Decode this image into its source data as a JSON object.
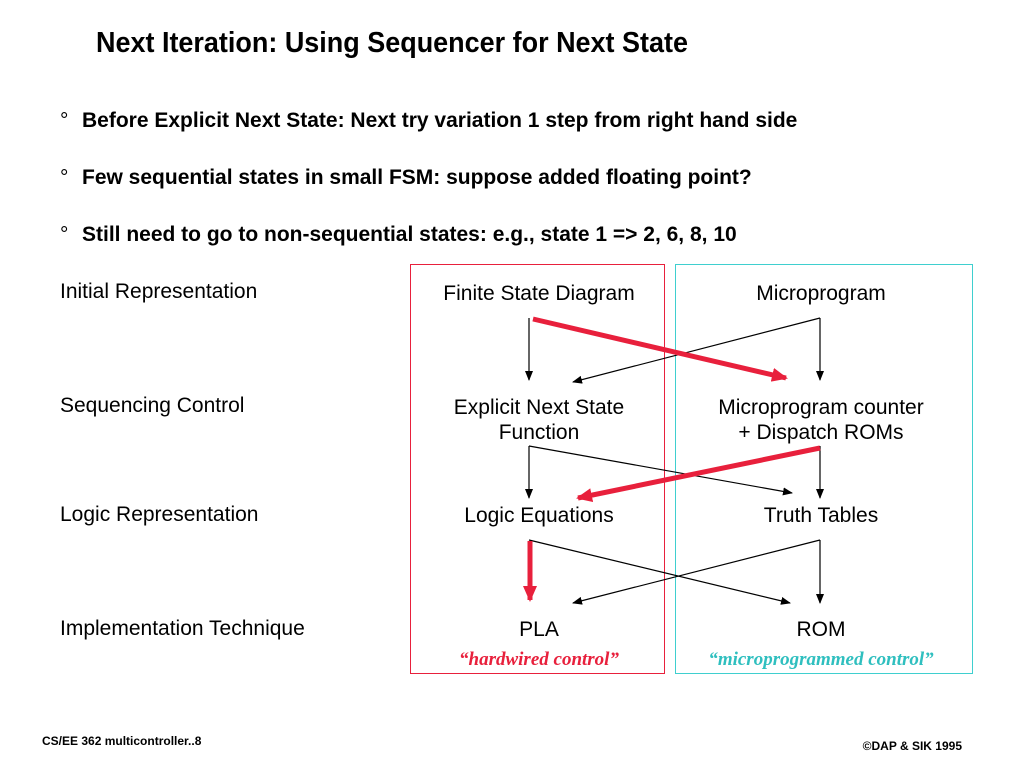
{
  "title": "Next Iteration: Using Sequencer for Next State",
  "bullet_mark": "°",
  "bullets": [
    "Before Explicit Next State: Next try variation 1 step from right hand side",
    "Few sequential states in small FSM: suppose added floating point?",
    "Still need to go to non-sequential states: e.g.,  state 1 => 2, 6, 8, 10"
  ],
  "rows": [
    "Initial Representation",
    "Sequencing Control",
    "Logic Representation",
    "Implementation Technique"
  ],
  "hardwired": {
    "initial": "Finite State Diagram",
    "sequencing_1": "Explicit Next State",
    "sequencing_2": "Function",
    "logic": "Logic Equations",
    "implementation": "PLA",
    "caption": "“hardwired control”",
    "box_color": "#e8203c",
    "caption_color": "#e8203c"
  },
  "microprogrammed": {
    "initial": "Microprogram",
    "sequencing_1": "Microprogram counter",
    "sequencing_2": "+ Dispatch ROMs",
    "logic": "Truth Tables",
    "implementation": "ROM",
    "caption": "“microprogrammed control”",
    "box_color": "#3fcfcf",
    "caption_color": "#2fbfbf"
  },
  "highlight_color": "#e8203c",
  "footer": {
    "left": "CS/EE 362 multicontroller..8",
    "right": "©DAP & SIK 1995"
  }
}
